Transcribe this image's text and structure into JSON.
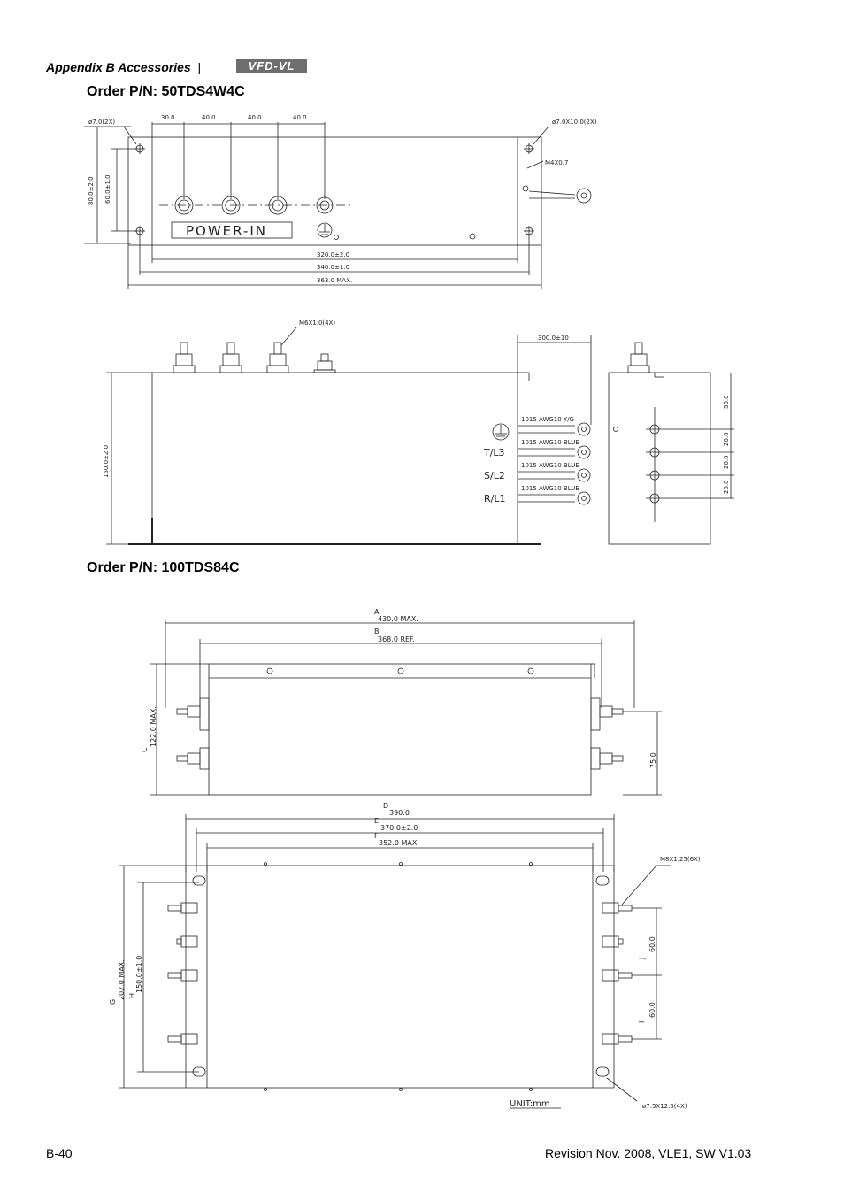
{
  "header": {
    "section": "Appendix B  Accessories",
    "separator": "|",
    "logo": "VFD-VL"
  },
  "part1": {
    "title": "Order P/N: 50TDS4W4C",
    "top_view": {
      "dims": [
        "30.0",
        "40.0",
        "40.0",
        "40.0"
      ],
      "hole_left": "ø7.0(2X)",
      "hole_right": "ø7.0X10.0(2X)",
      "ground_screw": "M4X0.7",
      "height_outer": "80.0±2.0",
      "height_inner": "60.0±1.0",
      "plate_label": "POWER-IN",
      "width_a": "320.0±2.0",
      "width_b": "340.0±1.0",
      "width_c": "363.0 MAX."
    },
    "side_view": {
      "terminal_thread": "M6X1.0(4X)",
      "cable_length": "300.0±10",
      "height": "150.0±2.0",
      "wires": [
        "1015  AWG10  Y/G",
        "1015  AWG10  BLUE",
        "1015  AWG10  BLUE",
        "1015  AWG10  BLUE"
      ],
      "phases": [
        "T/L3",
        "S/L2",
        "R/L1"
      ]
    },
    "end_view": {
      "dims": [
        "50.0",
        "20.0",
        "20.0",
        "20.0"
      ]
    }
  },
  "part2": {
    "title": "Order P/N: 100TDS84C",
    "top_view": {
      "a_letter": "A",
      "a_value": "430.0  MAX.",
      "b_letter": "B",
      "b_value": "368.0  REF.",
      "c_letter": "C",
      "c_value": "122.0  MAX.",
      "side_dim": "75.0"
    },
    "plan_view": {
      "d_letter": "D",
      "d_value": "390.0",
      "e_letter": "E",
      "e_value": "370.0±2.0",
      "f_letter": "F",
      "f_value": "352.0  MAX.",
      "g_letter": "G",
      "g_value": "202.0  MAX.",
      "h_letter": "H",
      "h_value": "150.0±1.0",
      "i_letter": "I",
      "i_value": "60.0",
      "j_letter": "J",
      "j_value": "60.0",
      "terminal_thread": "M8X1.25(6X)",
      "hole": "ø7.5X12.5(4X)",
      "unit": "UNIT:mm"
    }
  },
  "footer": {
    "page": "B-40",
    "revision": "Revision Nov. 2008, VLE1, SW V1.03"
  }
}
